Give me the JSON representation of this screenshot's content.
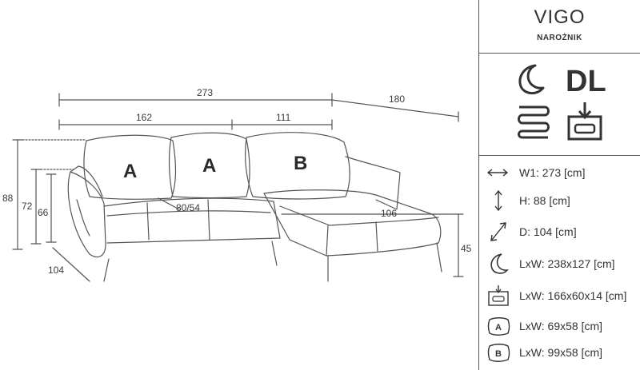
{
  "product": {
    "name": "VIGO",
    "type": "NAROŻNIK"
  },
  "dimensions": {
    "total_width": "273",
    "side_depth": "180",
    "section_left": "162",
    "section_right": "111",
    "height_total": "88",
    "height_back": "72",
    "height_arm": "66",
    "depth": "104",
    "seat_height": "80/54",
    "chaise_length": "106",
    "leg_height": "45"
  },
  "cushions": {
    "a1": "A",
    "a2": "A",
    "b": "B"
  },
  "feature_icons": [
    "crescent-moon-icon",
    "dl-text-icon",
    "heat-coil-icon",
    "storage-box-icon"
  ],
  "feature_labels": {
    "dl": "DL"
  },
  "specs": [
    {
      "icon": "width-arrow-icon",
      "text": "W1: 273 [cm]"
    },
    {
      "icon": "height-arrow-icon",
      "text": "H: 88 [cm]"
    },
    {
      "icon": "depth-arrow-icon",
      "text": "D: 104 [cm]"
    },
    {
      "icon": "sleep-area-icon",
      "text": "LxW: 238x127 [cm]"
    },
    {
      "icon": "storage-icon",
      "text": "LxW: 166x60x14 [cm]"
    },
    {
      "icon": "cushion-a-icon",
      "label": "A",
      "text": "LxW: 69x58 [cm]"
    },
    {
      "icon": "cushion-b-icon",
      "label": "B",
      "text": "LxW: 99x58 [cm]"
    }
  ],
  "colors": {
    "line": "#555555",
    "text": "#333333"
  }
}
